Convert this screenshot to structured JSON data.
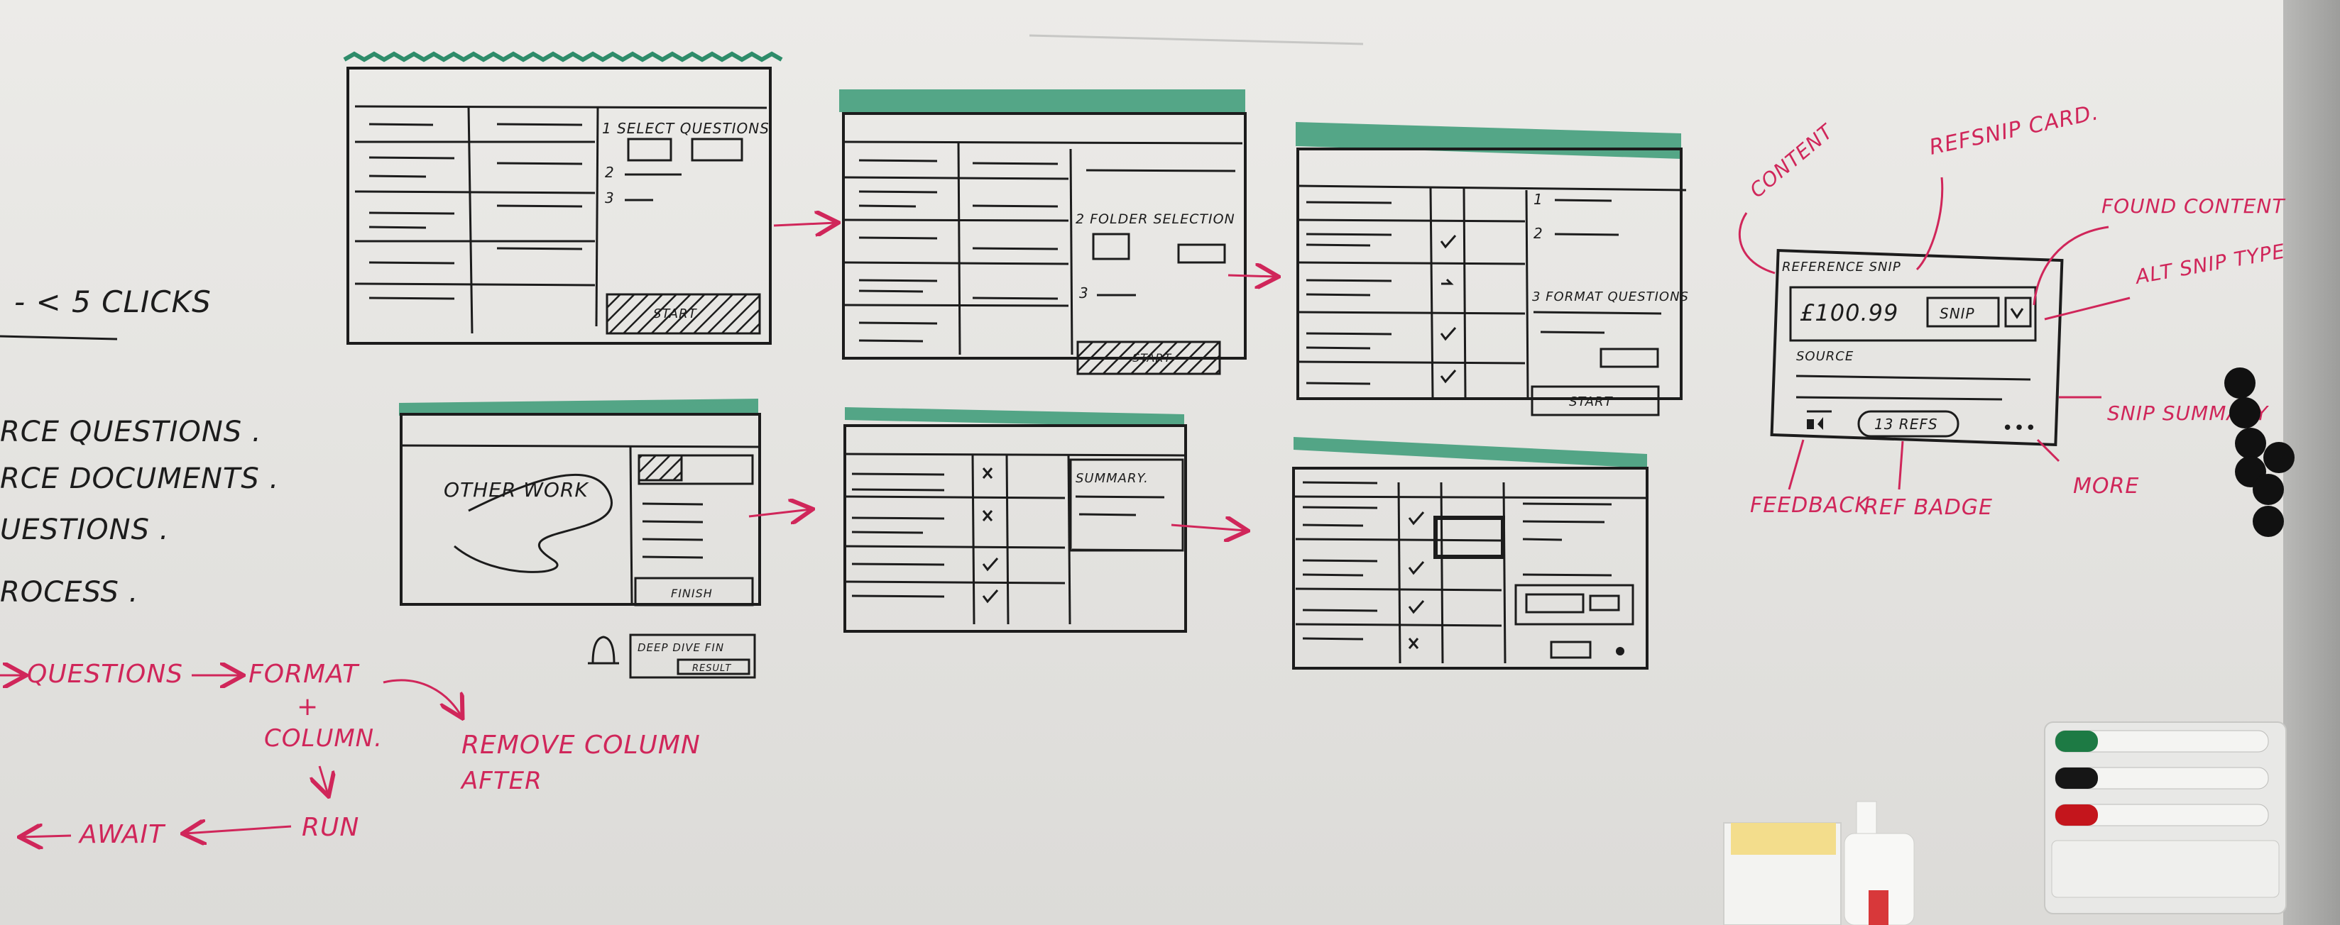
{
  "left_notes": {
    "clicks": "- < 5 CLICKS",
    "lines": [
      "RCE QUESTIONS .",
      "RCE DOCUMENTS .",
      "UESTIONS .",
      "ROCESS ."
    ]
  },
  "flow": {
    "questions": "QUESTIONS",
    "format": "FORMAT",
    "plus": "+",
    "column": "COLUMN.",
    "remove_column": "REMOVE COLUMN",
    "after": "AFTER",
    "run": "RUN",
    "await": "AWAIT"
  },
  "sketch1": {
    "step1": "1 SELECT QUESTIONS",
    "n2": "2",
    "n3": "3",
    "start": "START"
  },
  "sketch2": {
    "step2": "2 FOLDER SELECTION",
    "n3": "3",
    "start": "START"
  },
  "sketch3": {
    "step3": "3 FORMAT QUESTIONS",
    "n1": "1",
    "n2": "2",
    "start": "START"
  },
  "sketch4": {
    "other_work": "OTHER WORK",
    "finish": "FINISH",
    "toast": "DEEP DIVE FIN",
    "toast_btn": "RESULT"
  },
  "sketch5": {
    "summary": "SUMMARY."
  },
  "card": {
    "content_label": "CONTENT",
    "card_label": "REFSNIP CARD.",
    "found_content": "FOUND CONTENT",
    "alt_snip_type": "ALT SNIP TYPE",
    "title": "REFERENCE SNIP",
    "amount": "£100.99",
    "snip_btn": "SNIP",
    "source": "SOURCE",
    "refs_badge": "13 REFS",
    "more_dots": "•••",
    "snip_summary": "SNIP SUMMARY",
    "feedback": "FEEDBACK",
    "ref_badge": "REF BADGE",
    "more": "MORE"
  },
  "colors": {
    "ink_red": "#d0265a",
    "ink_black": "#1c1c1c",
    "ink_green": "#2e8c6a"
  },
  "shelf": {
    "markers": [
      "green",
      "black",
      "red"
    ]
  }
}
